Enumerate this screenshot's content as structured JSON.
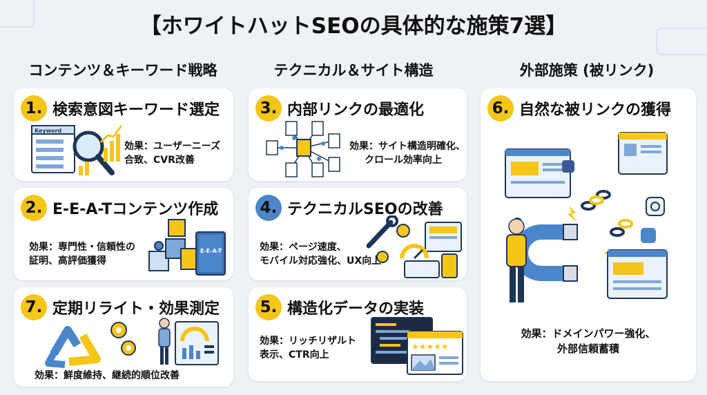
{
  "title": "【ホワイトハットSEOの具体的な施策7選】",
  "columns": [
    {
      "heading": "コンテンツ＆キーワード戦略"
    },
    {
      "heading": "テクニカル＆サイト構造"
    },
    {
      "heading": "外部施策 (被リンク)"
    }
  ],
  "cards": {
    "c1": {
      "num": "1.",
      "title": "検索意図キーワード選定",
      "effect1": "効果：ユーザーニーズ",
      "effect2": "合致、CVR改善"
    },
    "c2": {
      "num": "2.",
      "title": "E-E-A-Tコンテンツ作成",
      "effect1": "効果：専門性・信頼性の",
      "effect2": "証明、高評価獲得"
    },
    "c7": {
      "num": "7.",
      "title": "定期リライト・効果測定",
      "effect1": "効果：鮮度維持、継続的順位改善"
    },
    "c3": {
      "num": "3.",
      "title": "内部リンクの最適化",
      "effect1": "効果：サイト構造明確化、",
      "effect2": "クロール効率向上"
    },
    "c4": {
      "num": "4.",
      "title": "テクニカルSEOの改善",
      "effect1": "効果：ページ速度、",
      "effect2": "モバイル対応強化、UX向上"
    },
    "c5": {
      "num": "5.",
      "title": "構造化データの実装",
      "effect1": "効果：リッチリザルト",
      "effect2": "表示、CTR向上"
    },
    "c6": {
      "num": "6.",
      "title": "自然な被リンクの獲得",
      "effect1": "効果：ドメインパワー強化、",
      "effect2": "外部信頼蓄積"
    }
  },
  "illustrations": {
    "keyword_doc_label": "Keyword",
    "book_label": "E-E-A-T"
  },
  "icons": {
    "c1": "magnifier-keyword-chart-icon",
    "c2": "blocks-book-icon",
    "c7": "recycle-gears-dashboard-icon",
    "c3": "document-network-icon",
    "c4": "wrench-gears-devices-icon",
    "c5": "code-window-rich-result-icon",
    "c6": "magnet-backlinks-icon"
  },
  "colors": {
    "accent_yellow": "#f5c518",
    "accent_blue": "#4a86c9",
    "background": "#eef1f6",
    "card": "#ffffff"
  }
}
